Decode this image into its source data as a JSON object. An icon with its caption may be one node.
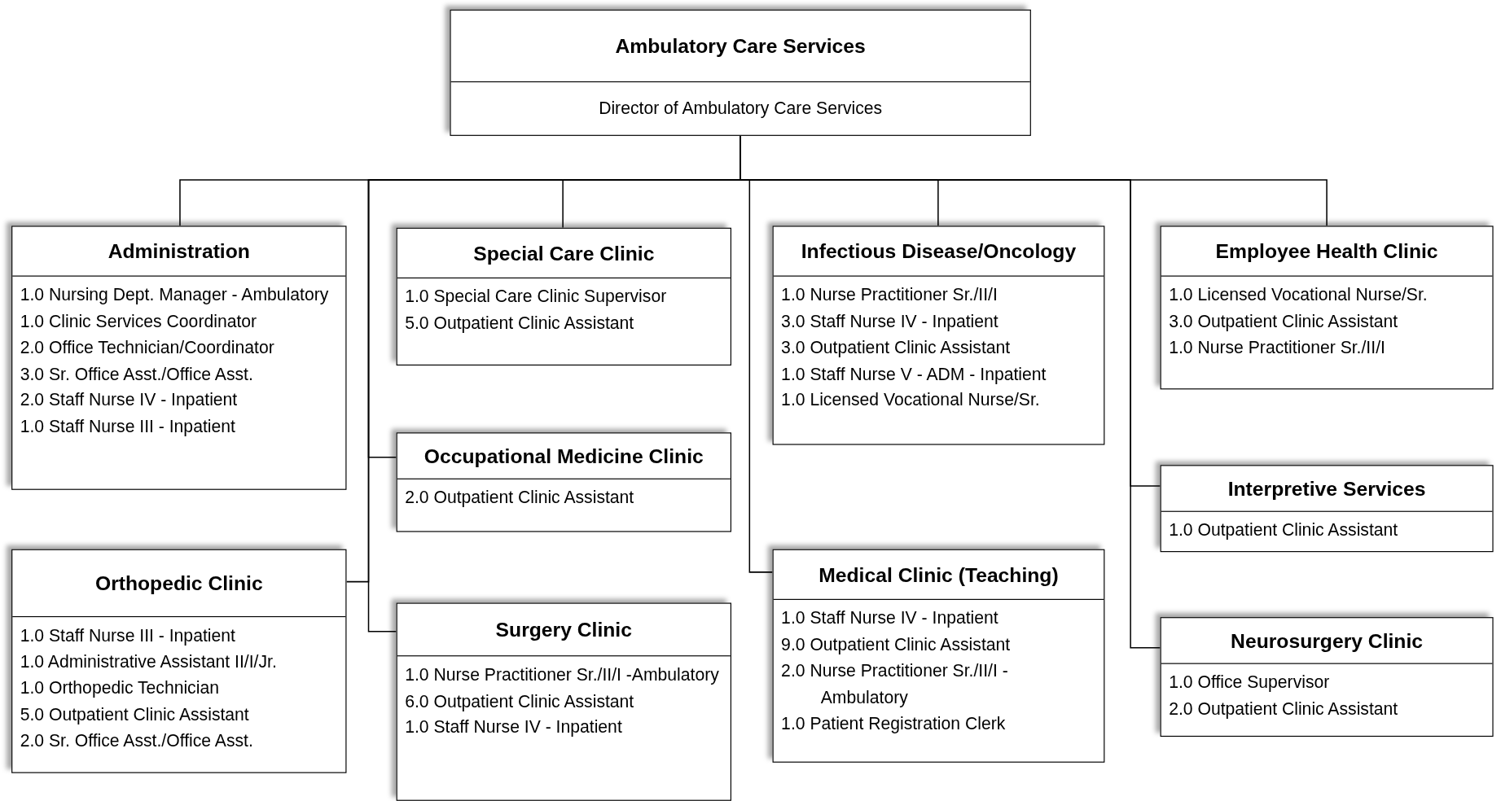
{
  "diagram": {
    "nodes": [
      {
        "text": [
          "Ambulatory Care Services",
          "Director of Ambulatory Care Services"
        ]
      },
      {
        "text": [
          "Administration",
          "1.0 Nursing Dept. Manager - Ambulatory",
          "1.0 Clinic Services Coordinator",
          "2.0 Office Technician/Coordinator",
          "3.0 Sr. Office Asst./Office Asst.",
          "2.0 Staff Nurse IV - Inpatient",
          "1.0 Staff Nurse III - Inpatient"
        ]
      },
      {
        "text": [
          "Special Care Clinic",
          "1.0 Special Care Clinic Supervisor",
          "5.0 Outpatient Clinic Assistant"
        ]
      },
      {
        "text": [
          "Infectious Disease/Oncology",
          "1.0 Nurse Practitioner Sr./II/I",
          "3.0 Staff Nurse IV - Inpatient",
          "3.0 Outpatient Clinic Assistant",
          "1.0 Staff Nurse V - ADM - Inpatient",
          "1.0 Licensed Vocational Nurse/Sr."
        ]
      },
      {
        "text": [
          "Employee Health Clinic",
          "1.0 Licensed Vocational Nurse/Sr.",
          "3.0 Outpatient Clinic Assistant",
          "1.0 Nurse Practitioner Sr./II/I"
        ]
      },
      {
        "text": [
          "Occupational Medicine Clinic",
          "2.0 Outpatient Clinic Assistant"
        ]
      },
      {
        "text": [
          "Interpretive Services",
          "1.0 Outpatient Clinic Assistant"
        ]
      },
      {
        "text": [
          "Orthopedic Clinic",
          "1.0 Staff Nurse III - Inpatient",
          "1.0 Administrative Assistant II/I/Jr.",
          "1.0 Orthopedic Technician",
          "5.0 Outpatient Clinic Assistant",
          "2.0 Sr. Office Asst./Office Asst."
        ]
      },
      {
        "text": [
          "Surgery Clinic",
          "1.0 Nurse Practitioner Sr./II/I -Ambulatory",
          "6.0 Outpatient Clinic Assistant",
          "1.0 Staff Nurse IV - Inpatient"
        ]
      },
      {
        "text": [
          "Medical Clinic (Teaching)",
          "1.0 Staff Nurse IV - Inpatient",
          "9.0 Outpatient Clinic Assistant",
          "2.0 Nurse Practitioner Sr./II/I - Ambulatory",
          "1.0 Patient Registration Clerk"
        ]
      },
      {
        "text": [
          "Neurosurgery Clinic",
          "1.0 Office Supervisor",
          "2.0 Outpatient Clinic Assistant"
        ]
      }
    ],
    "edges": [
      {
        "from": 0,
        "to": 1,
        "arrow": "none"
      },
      {
        "from": 0,
        "to": 2,
        "arrow": "none"
      },
      {
        "from": 0,
        "to": 3,
        "arrow": "none"
      },
      {
        "from": 0,
        "to": 4,
        "arrow": "none"
      },
      {
        "from": 0,
        "to": 5,
        "arrow": "none"
      },
      {
        "from": 0,
        "to": 6,
        "arrow": "none"
      },
      {
        "from": 0,
        "to": 7,
        "arrow": "none"
      },
      {
        "from": 0,
        "to": 8,
        "arrow": "none"
      },
      {
        "from": 0,
        "to": 9,
        "arrow": "none"
      },
      {
        "from": 0,
        "to": 10,
        "arrow": "none"
      }
    ]
  }
}
